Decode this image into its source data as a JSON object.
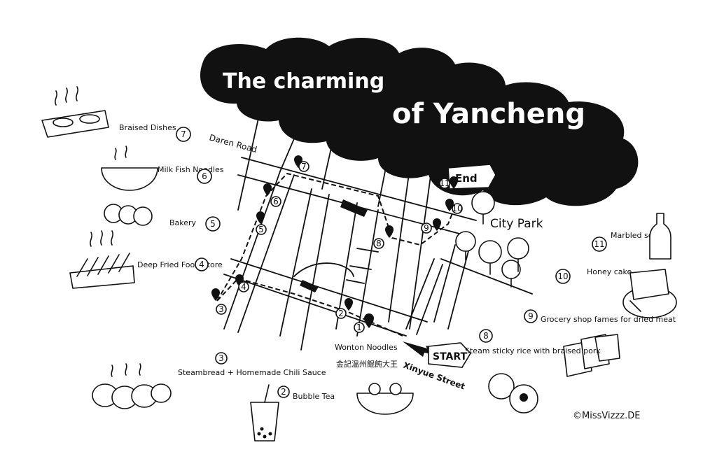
{
  "title": {
    "line1": "The charming",
    "line2": "of Yancheng"
  },
  "streets": {
    "daren": "Daren Road",
    "xinyue": "Xinyue Street"
  },
  "markers": {
    "start": "START",
    "end": "End",
    "city_park": "City Park"
  },
  "stops": [
    {
      "num": "1",
      "label": "Wonton Noodles",
      "sublabel": "金記溫州餛飩大王"
    },
    {
      "num": "2",
      "label": "Bubble Tea"
    },
    {
      "num": "3",
      "label": "Steambread + Homemade Chili Sauce"
    },
    {
      "num": "4",
      "label": "Deep Fried Food Store"
    },
    {
      "num": "5",
      "label": "Bakery"
    },
    {
      "num": "6",
      "label": "Milk Fish Noodles"
    },
    {
      "num": "7",
      "label": "Braised Dishes"
    },
    {
      "num": "8",
      "label": "Steam sticky rice with braised pork"
    },
    {
      "num": "9",
      "label": "Grocery shop fames for dried meat"
    },
    {
      "num": "10",
      "label": "Honey cake"
    },
    {
      "num": "11",
      "label": "Marbled soda"
    }
  ],
  "credit": "©MissVizzz.DE",
  "colors": {
    "ink": "#111111",
    "paper": "#ffffff"
  }
}
